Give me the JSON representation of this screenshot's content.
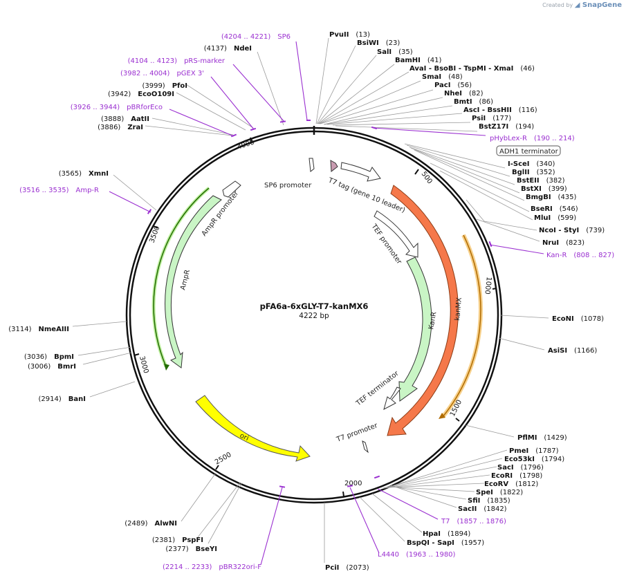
{
  "created_by": "Created by",
  "brand": "SnapGene",
  "plasmid": {
    "name": "pFA6a-6xGLY-T7-kanMX6",
    "size": "4222 bp"
  },
  "ticks": [
    {
      "label": "500",
      "bp": 500
    },
    {
      "label": "1000",
      "bp": 1000
    },
    {
      "label": "1500",
      "bp": 1500
    },
    {
      "label": "2000",
      "bp": 2000
    },
    {
      "label": "2500",
      "bp": 2500
    },
    {
      "label": "3000",
      "bp": 3000
    },
    {
      "label": "3500",
      "bp": 3500
    },
    {
      "label": "4000",
      "bp": 4000
    }
  ],
  "features": [
    {
      "name": "SP6 promoter",
      "start": 4204,
      "end": 4221,
      "color": "#ffffff"
    },
    {
      "name": "T7 tag (gene 10 leader)",
      "start": 13,
      "end": 45,
      "color": "#c89bb0"
    },
    {
      "name": "ADH1 terminator",
      "start": 200,
      "end": 330,
      "color": "#ffffff"
    },
    {
      "name": "TEF promoter",
      "start": 352,
      "end": 700,
      "color": "#ffffff"
    },
    {
      "name": "KanR",
      "start": 700,
      "end": 1510,
      "color": "#c9f5c5"
    },
    {
      "name": "kanMX",
      "start": 350,
      "end": 1700,
      "color": "#f5784a"
    },
    {
      "name": "TEF terminator",
      "start": 1510,
      "end": 1700,
      "color": "#ffffff"
    },
    {
      "name": "T7 promoter",
      "start": 1740,
      "end": 1760,
      "color": "#ffffff"
    },
    {
      "name": "ori",
      "start": 2100,
      "end": 2689,
      "color": "#ffff00"
    },
    {
      "name": "AmpR",
      "start": 2860,
      "end": 3720,
      "color": "#c9f5c5"
    },
    {
      "name": "AmpR promoter",
      "start": 3720,
      "end": 3825,
      "color": "#ffffff"
    }
  ],
  "sites": [
    {
      "name": "PvuII",
      "pos": "(13)"
    },
    {
      "name": "BsiWI",
      "pos": "(23)"
    },
    {
      "name": "SalI",
      "pos": "(35)"
    },
    {
      "name": "BamHI",
      "pos": "(41)"
    },
    {
      "name": "AvaI - BsoBI - TspMI - XmaI",
      "pos": "(46)"
    },
    {
      "name": "SmaI",
      "pos": "(48)"
    },
    {
      "name": "PacI",
      "pos": "(56)"
    },
    {
      "name": "NheI",
      "pos": "(82)"
    },
    {
      "name": "BmtI",
      "pos": "(86)"
    },
    {
      "name": "AscI - BssHII",
      "pos": "(116)"
    },
    {
      "name": "PsiI",
      "pos": "(177)"
    },
    {
      "name": "BstZ17I",
      "pos": "(194)"
    },
    {
      "name": "I-SceI",
      "pos": "(340)"
    },
    {
      "name": "BglII",
      "pos": "(352)"
    },
    {
      "name": "BstEII",
      "pos": "(382)"
    },
    {
      "name": "BstXI",
      "pos": "(399)"
    },
    {
      "name": "BmgBI",
      "pos": "(435)"
    },
    {
      "name": "BseRI",
      "pos": "(546)"
    },
    {
      "name": "MluI",
      "pos": "(599)"
    },
    {
      "name": "NcoI - StyI",
      "pos": "(739)"
    },
    {
      "name": "NruI",
      "pos": "(823)"
    },
    {
      "name": "EcoNI",
      "pos": "(1078)"
    },
    {
      "name": "AsiSI",
      "pos": "(1166)"
    },
    {
      "name": "PflMI",
      "pos": "(1429)"
    },
    {
      "name": "PmeI",
      "pos": "(1787)"
    },
    {
      "name": "Eco53kI",
      "pos": "(1794)"
    },
    {
      "name": "SacI",
      "pos": "(1796)"
    },
    {
      "name": "EcoRI",
      "pos": "(1798)"
    },
    {
      "name": "EcoRV",
      "pos": "(1812)"
    },
    {
      "name": "SpeI",
      "pos": "(1822)"
    },
    {
      "name": "SfiI",
      "pos": "(1835)"
    },
    {
      "name": "SacII",
      "pos": "(1842)"
    },
    {
      "name": "HpaI",
      "pos": "(1894)"
    },
    {
      "name": "BspQI - SapI",
      "pos": "(1957)"
    },
    {
      "name": "PciI",
      "pos": "(2073)"
    },
    {
      "name": "BseYI",
      "pos": "(2377)"
    },
    {
      "name": "PspFI",
      "pos": "(2381)"
    },
    {
      "name": "AlwNI",
      "pos": "(2489)"
    },
    {
      "name": "BanI",
      "pos": "(2914)"
    },
    {
      "name": "BmrI",
      "pos": "(3006)"
    },
    {
      "name": "BpmI",
      "pos": "(3036)"
    },
    {
      "name": "NmeAIII",
      "pos": "(3114)"
    },
    {
      "name": "XmnI",
      "pos": "(3565)"
    },
    {
      "name": "ZraI",
      "pos": "(3886)"
    },
    {
      "name": "AatII",
      "pos": "(3888)"
    },
    {
      "name": "EcoO109I",
      "pos": "(3942)"
    },
    {
      "name": "PfoI",
      "pos": "(3999)"
    },
    {
      "name": "NdeI",
      "pos": "(4137)"
    }
  ],
  "primers": [
    {
      "name": "SP6",
      "range": "(4204 .. 4221)"
    },
    {
      "name": "pRS-marker",
      "range": "(4104 .. 4123)"
    },
    {
      "name": "pGEX 3'",
      "range": "(3982 .. 4004)"
    },
    {
      "name": "pBRforEco",
      "range": "(3926 .. 3944)"
    },
    {
      "name": "Amp-R",
      "range": "(3516 .. 3535)"
    },
    {
      "name": "pHybLex-R",
      "range": "(190 .. 214)"
    },
    {
      "name": "Kan-R",
      "range": "(808 .. 827)"
    },
    {
      "name": "T7",
      "range": "(1857 .. 1876)"
    },
    {
      "name": "L4440",
      "range": "(1963 .. 1980)"
    },
    {
      "name": "pBR322ori-F",
      "range": "(2214 .. 2233)"
    }
  ]
}
